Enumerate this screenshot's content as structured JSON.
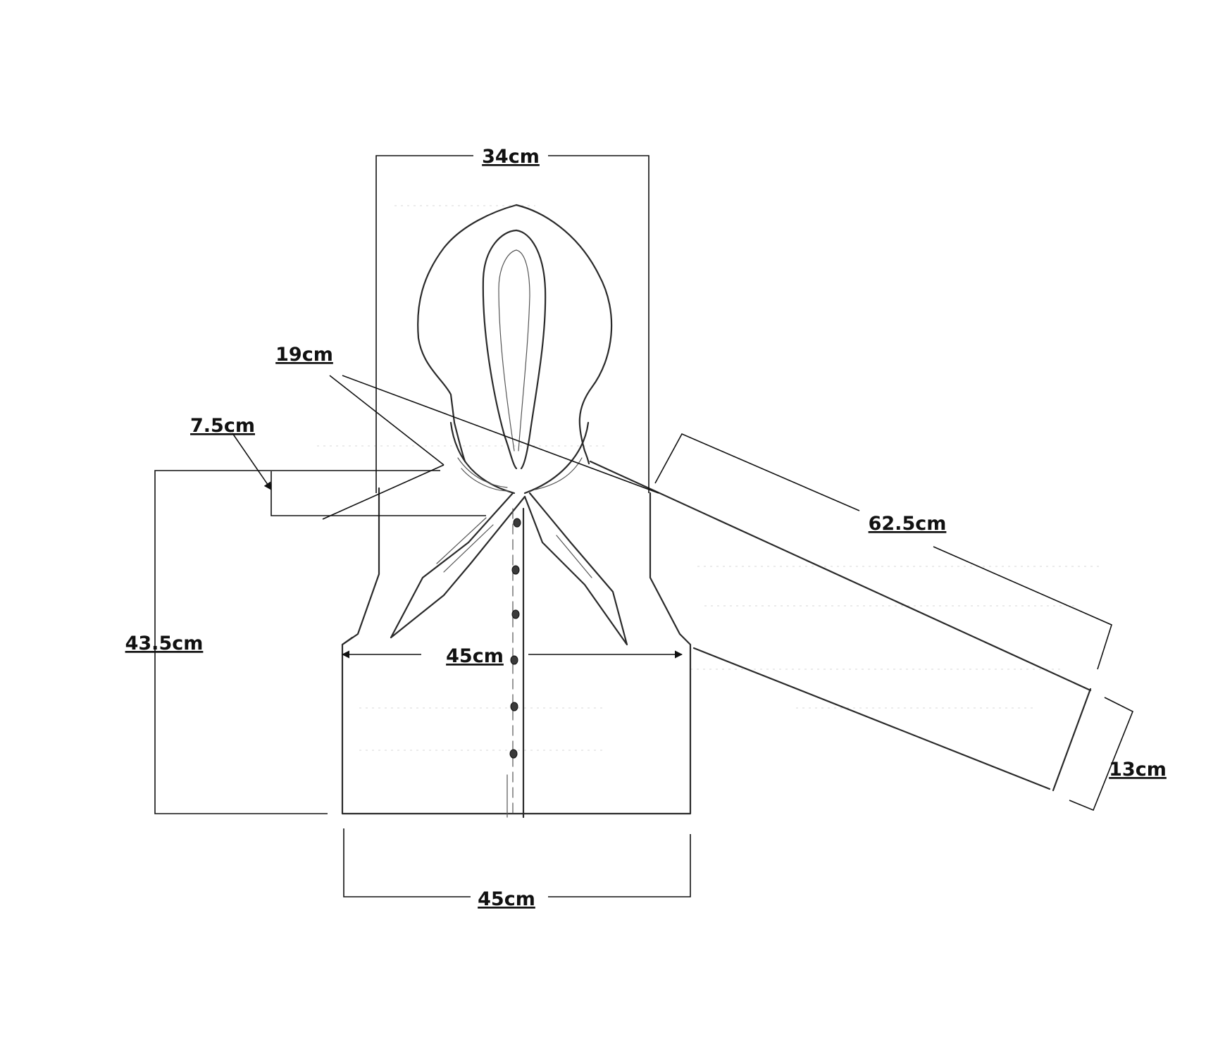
{
  "measurements": {
    "hood_width": "34cm",
    "hood_depth": "19cm",
    "collar_height": "7.5cm",
    "body_length": "43.5cm",
    "chest_width": "45cm",
    "sleeve_length": "62.5cm",
    "cuff_width": "13cm",
    "hem_width": "45cm"
  }
}
